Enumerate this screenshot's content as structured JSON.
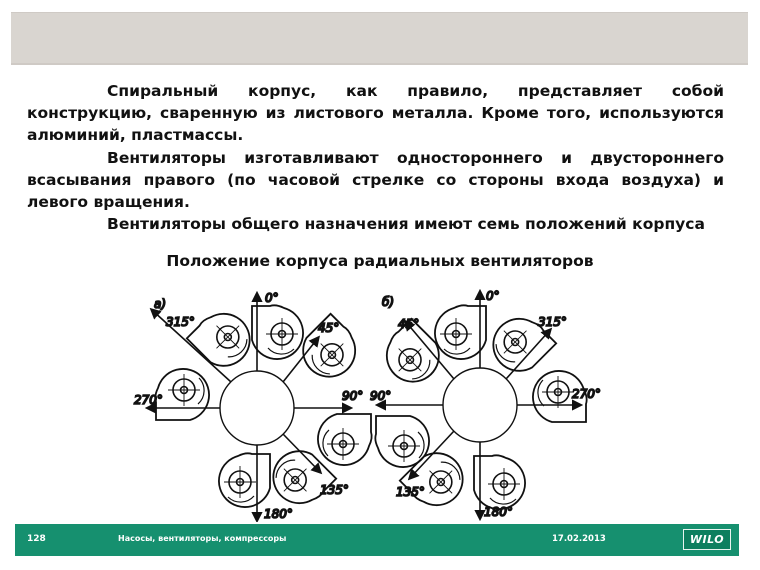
{
  "slide": {
    "paragraphs": [
      "Спиральный корпус, как правило, представляет собой конструкцию, сваренную из листового металла. Кроме того, используются алюминий, пластмассы.",
      "Вентиляторы изготавливают одностороннего и двустороннего всасывания правого (по часовой стрелке со стороны входа воздуха) и левого вращения.",
      "Вентиляторы общего назначения имеют семь положений корпуса"
    ],
    "caption": "Положение корпуса радиальных вентиляторов"
  },
  "figure": {
    "left_diagram": {
      "label": "а)",
      "angles": [
        "0°",
        "45°",
        "90°",
        "135°",
        "180°",
        "270°",
        "315°"
      ]
    },
    "right_diagram": {
      "label": "б)",
      "angles": [
        "0°",
        "45°",
        "90°",
        "135°",
        "180°",
        "270°",
        "315°"
      ]
    }
  },
  "footer": {
    "page_number": "128",
    "title": "Насосы, вентиляторы, компрессоры",
    "date": "17.02.2013",
    "logo": "WILO",
    "color": "#16906f"
  }
}
